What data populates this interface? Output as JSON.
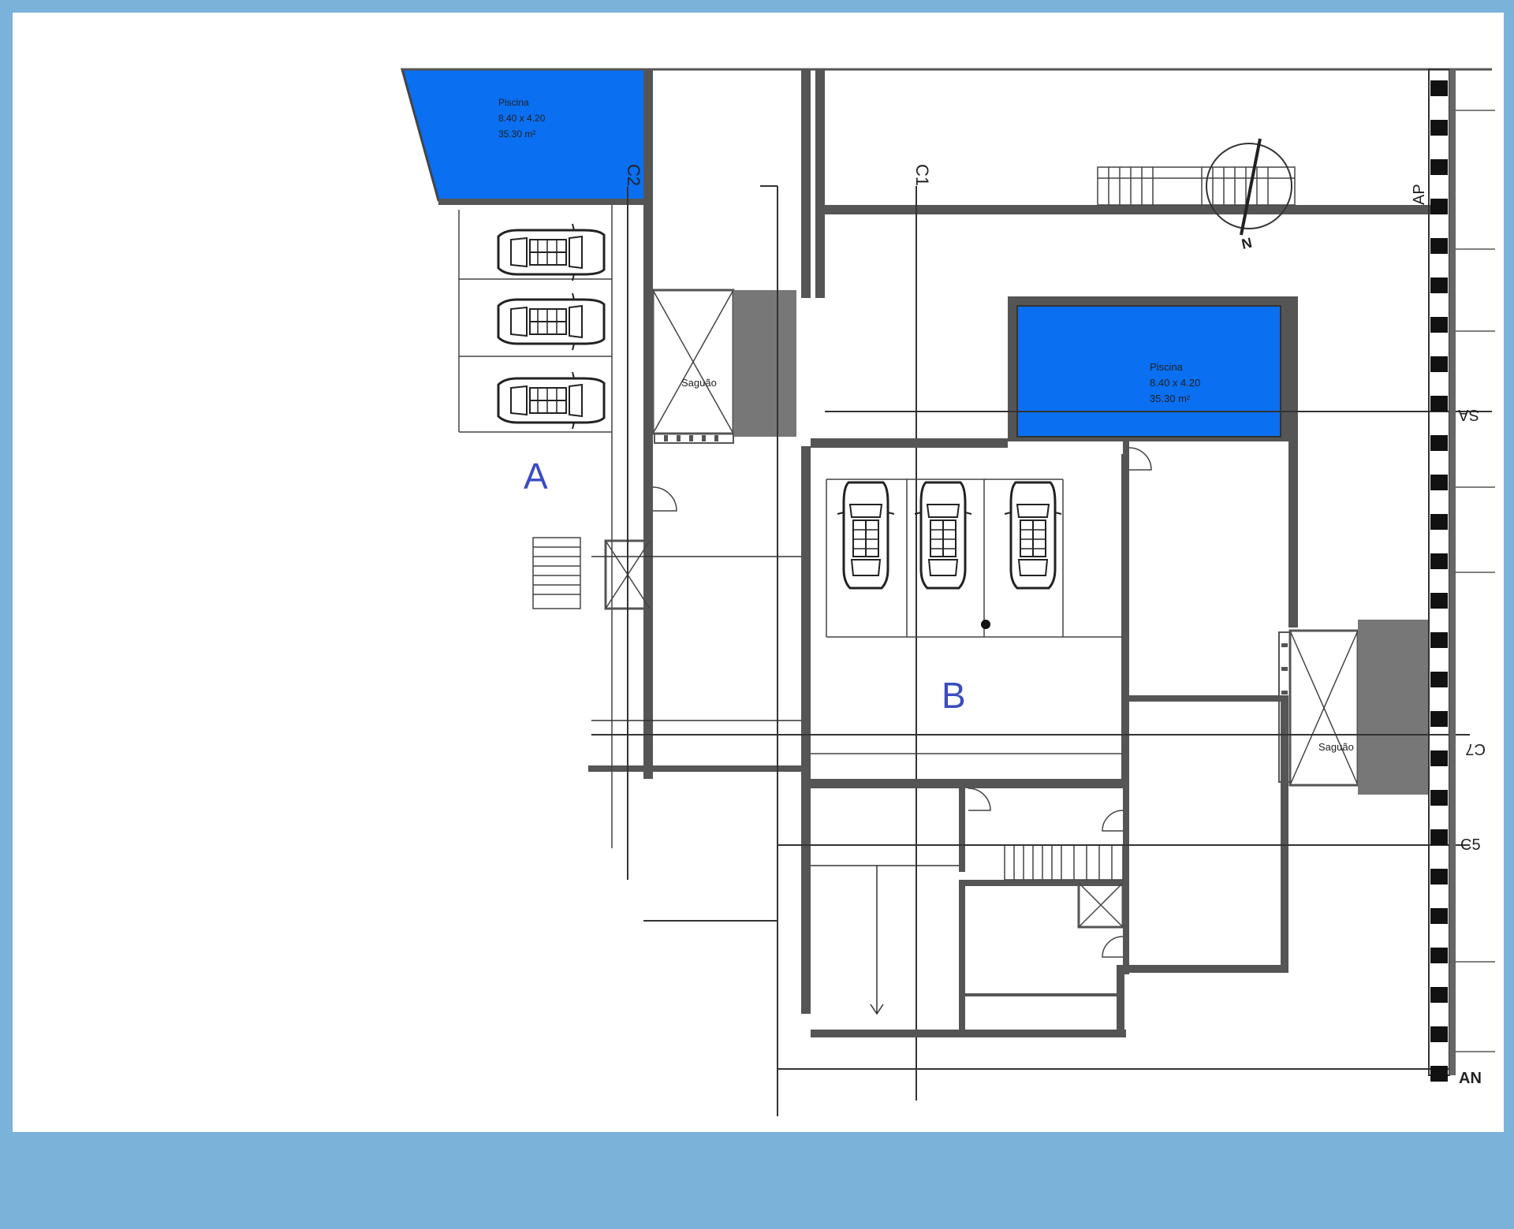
{
  "colors": {
    "frame": "#7ab2da",
    "pool": "#0a6ff0",
    "wall": "#555555",
    "dark_fill": "#777777",
    "label_blue": "#3b4cc0"
  },
  "pools": [
    {
      "name": "Piscina",
      "dims": "8.40 x 4.20",
      "area": "35.30 m²"
    },
    {
      "name": "Piscina",
      "dims": "8.40 x 4.20",
      "area": "35.30 m²"
    }
  ],
  "zones": {
    "a": "A",
    "b": "B"
  },
  "rooms": {
    "sagao_left": "Saguão",
    "sagao_right": "Saguão"
  },
  "grid_markers": {
    "c1": "C1",
    "c2": "C2",
    "c5": "C5",
    "c7": "C7",
    "sa": "SA",
    "ap": "AP",
    "an": "AN"
  },
  "compass": {
    "north": "N",
    "icon": "north-arrow-icon"
  },
  "parking": {
    "zone_a_cars": 3,
    "zone_b_cars": 3,
    "icon": "car-icon"
  }
}
